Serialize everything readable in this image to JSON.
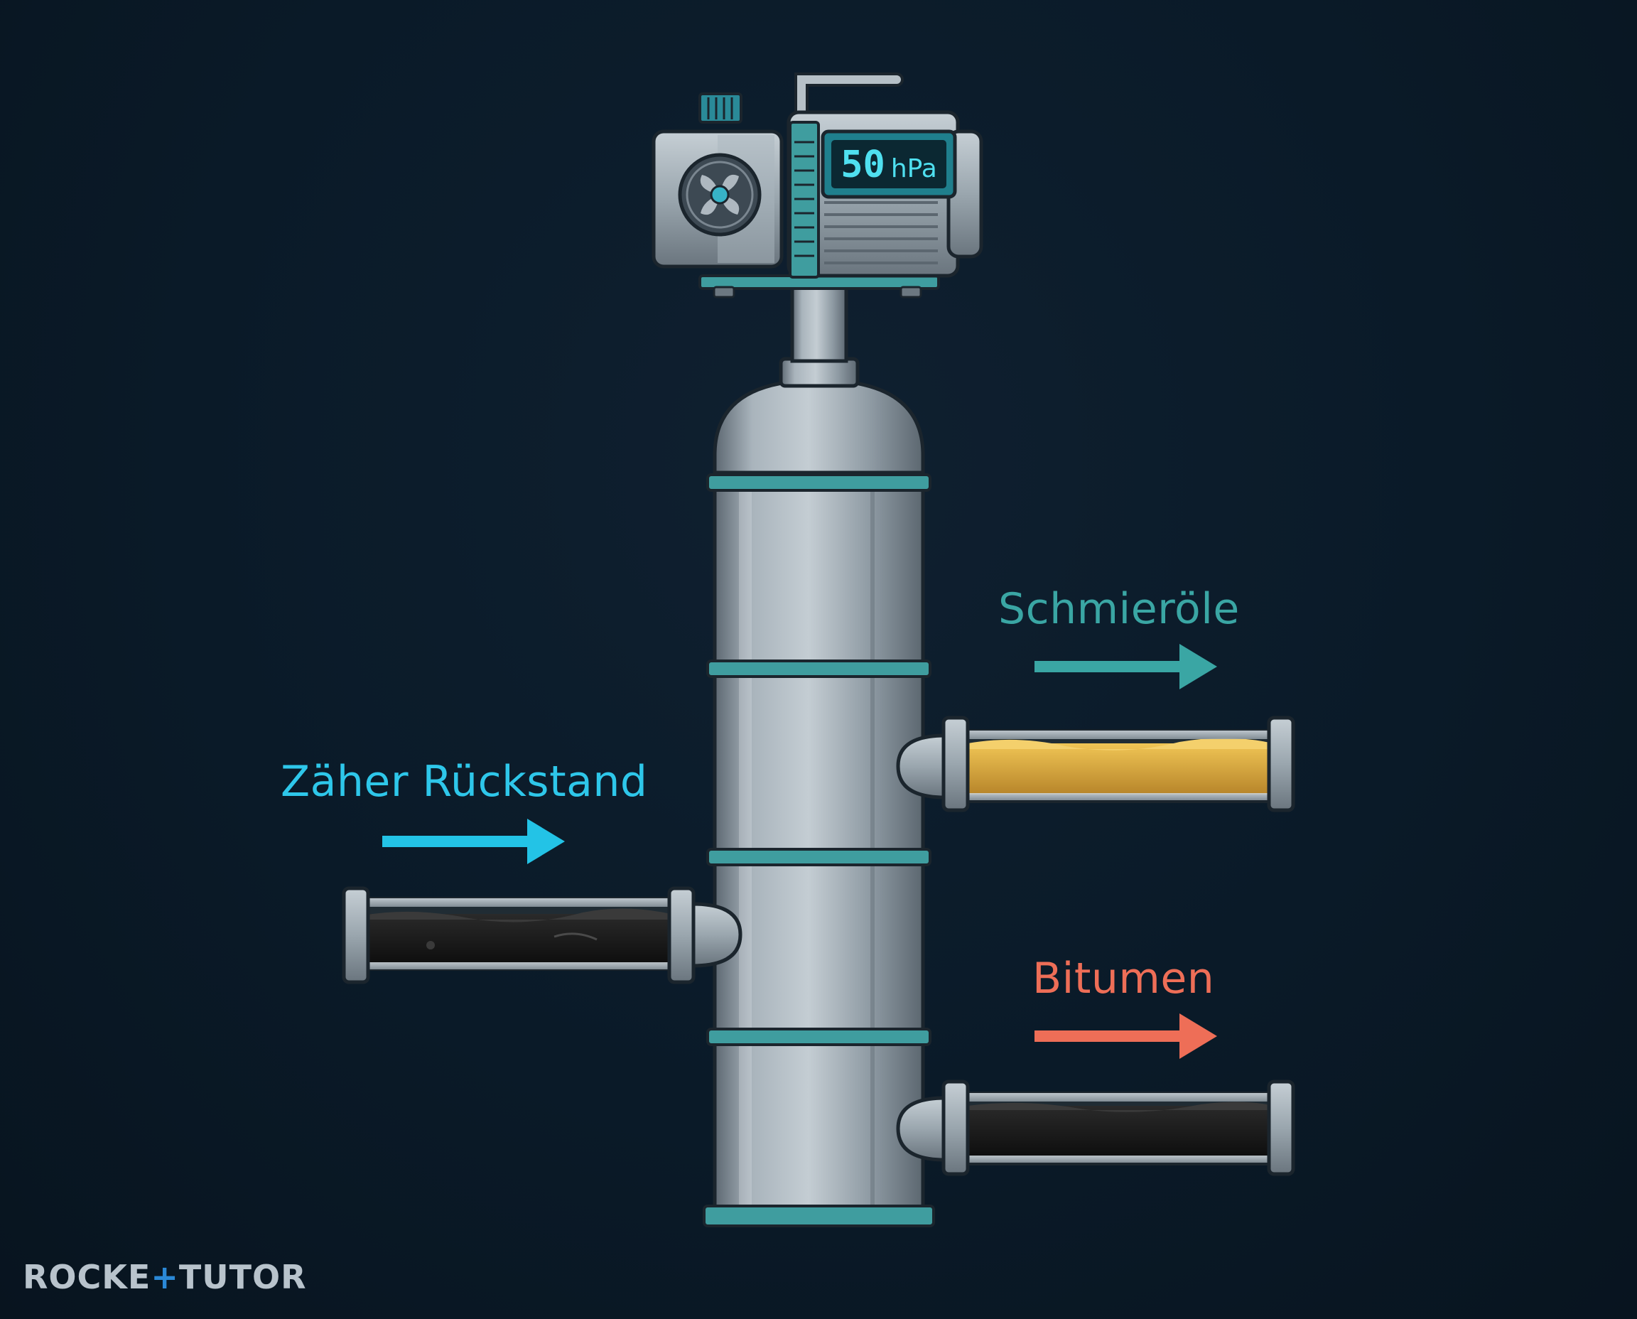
{
  "pump": {
    "pressure_value": "50",
    "pressure_unit": "hPa"
  },
  "labels": {
    "feed": "Zäher Rückstand",
    "lubricating_oils": "Schmieröle",
    "bitumen": "Bitumen"
  },
  "brand": {
    "part1": "ROCKE",
    "part2": "+",
    "part3": "TUTOR"
  },
  "colors": {
    "background": "#0a1a28",
    "feed_accent": "#2ec7ea",
    "oil_accent": "#3aa6a4",
    "bitumen_accent": "#ee6e57",
    "oil_fill": "#d6a634",
    "residue_fill": "#141414",
    "steel": "#8f9aa3",
    "band": "#3f9d9f"
  }
}
